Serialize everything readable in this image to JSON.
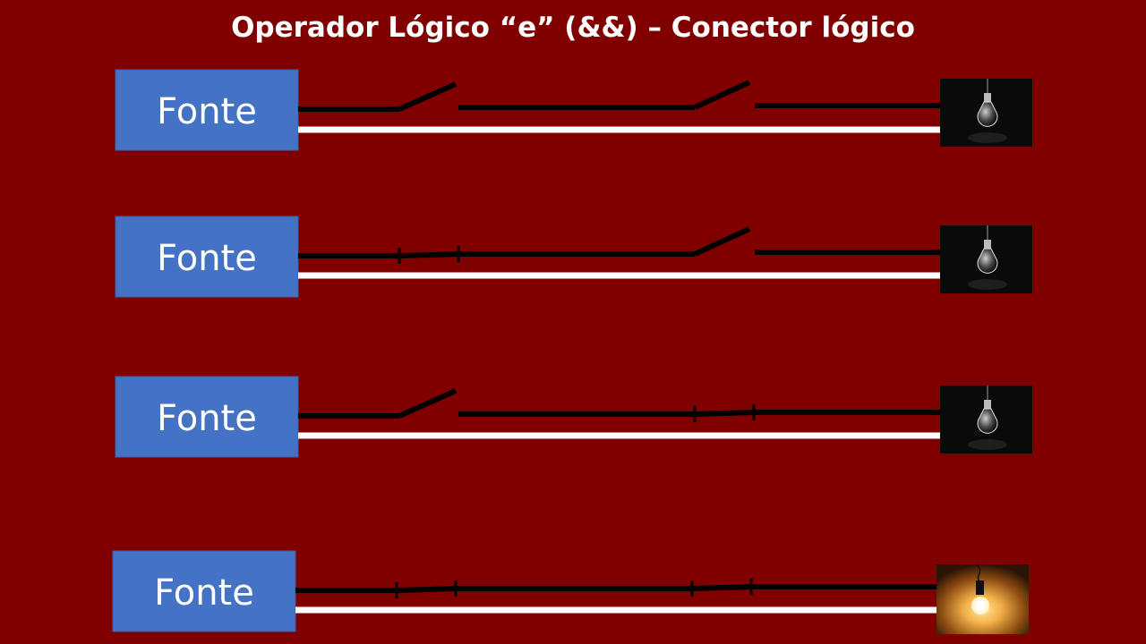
{
  "title": "Operador Lógico “e” (&&) – Conector lógico",
  "colors": {
    "background": "#800000",
    "source_box": "#4472C4",
    "wire_black": "#000000",
    "wire_white": "#FFFFFF",
    "lamp_off_bg": "#0a0a0a",
    "lamp_on_glow": "#F4B24A"
  },
  "circuits": [
    {
      "source_label": "Fonte",
      "switch_1": "open",
      "switch_2": "open",
      "lamp": "off",
      "lamp_icon": "lightbulb-off-icon"
    },
    {
      "source_label": "Fonte",
      "switch_1": "closed",
      "switch_2": "open",
      "lamp": "off",
      "lamp_icon": "lightbulb-off-icon"
    },
    {
      "source_label": "Fonte",
      "switch_1": "open",
      "switch_2": "closed",
      "lamp": "off",
      "lamp_icon": "lightbulb-off-icon"
    },
    {
      "source_label": "Fonte",
      "switch_1": "closed",
      "switch_2": "closed",
      "lamp": "on",
      "lamp_icon": "lightbulb-on-icon"
    }
  ]
}
